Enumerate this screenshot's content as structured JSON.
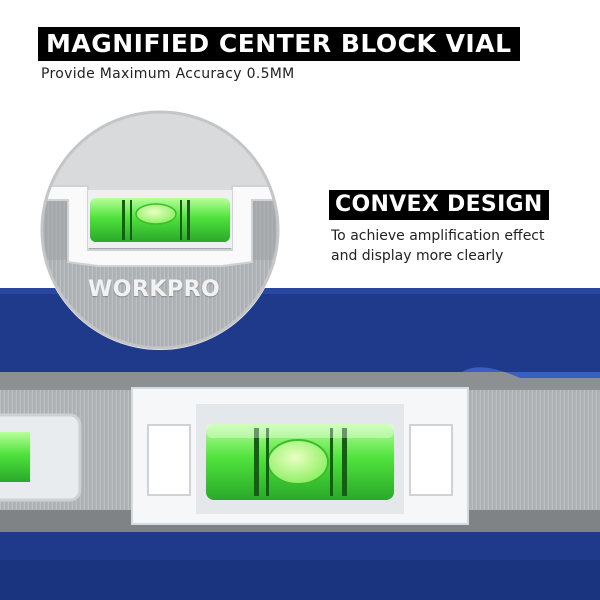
{
  "heading": {
    "title": "MAGNIFIED CENTER BLOCK VIAL",
    "subtitle": "Provide Maximum Accuracy 0.5MM"
  },
  "feature": {
    "title": "CONVEX DESIGN",
    "line1": "To achieve amplification effect",
    "line2": "and display more clearly"
  },
  "product": {
    "brand": "WORKPRO"
  },
  "colors": {
    "background": "#ffffff",
    "navy_band": "#1f3a8a",
    "aluminum": "#a9acae",
    "vial_green": "#57e34a",
    "label_bg": "#000000"
  }
}
